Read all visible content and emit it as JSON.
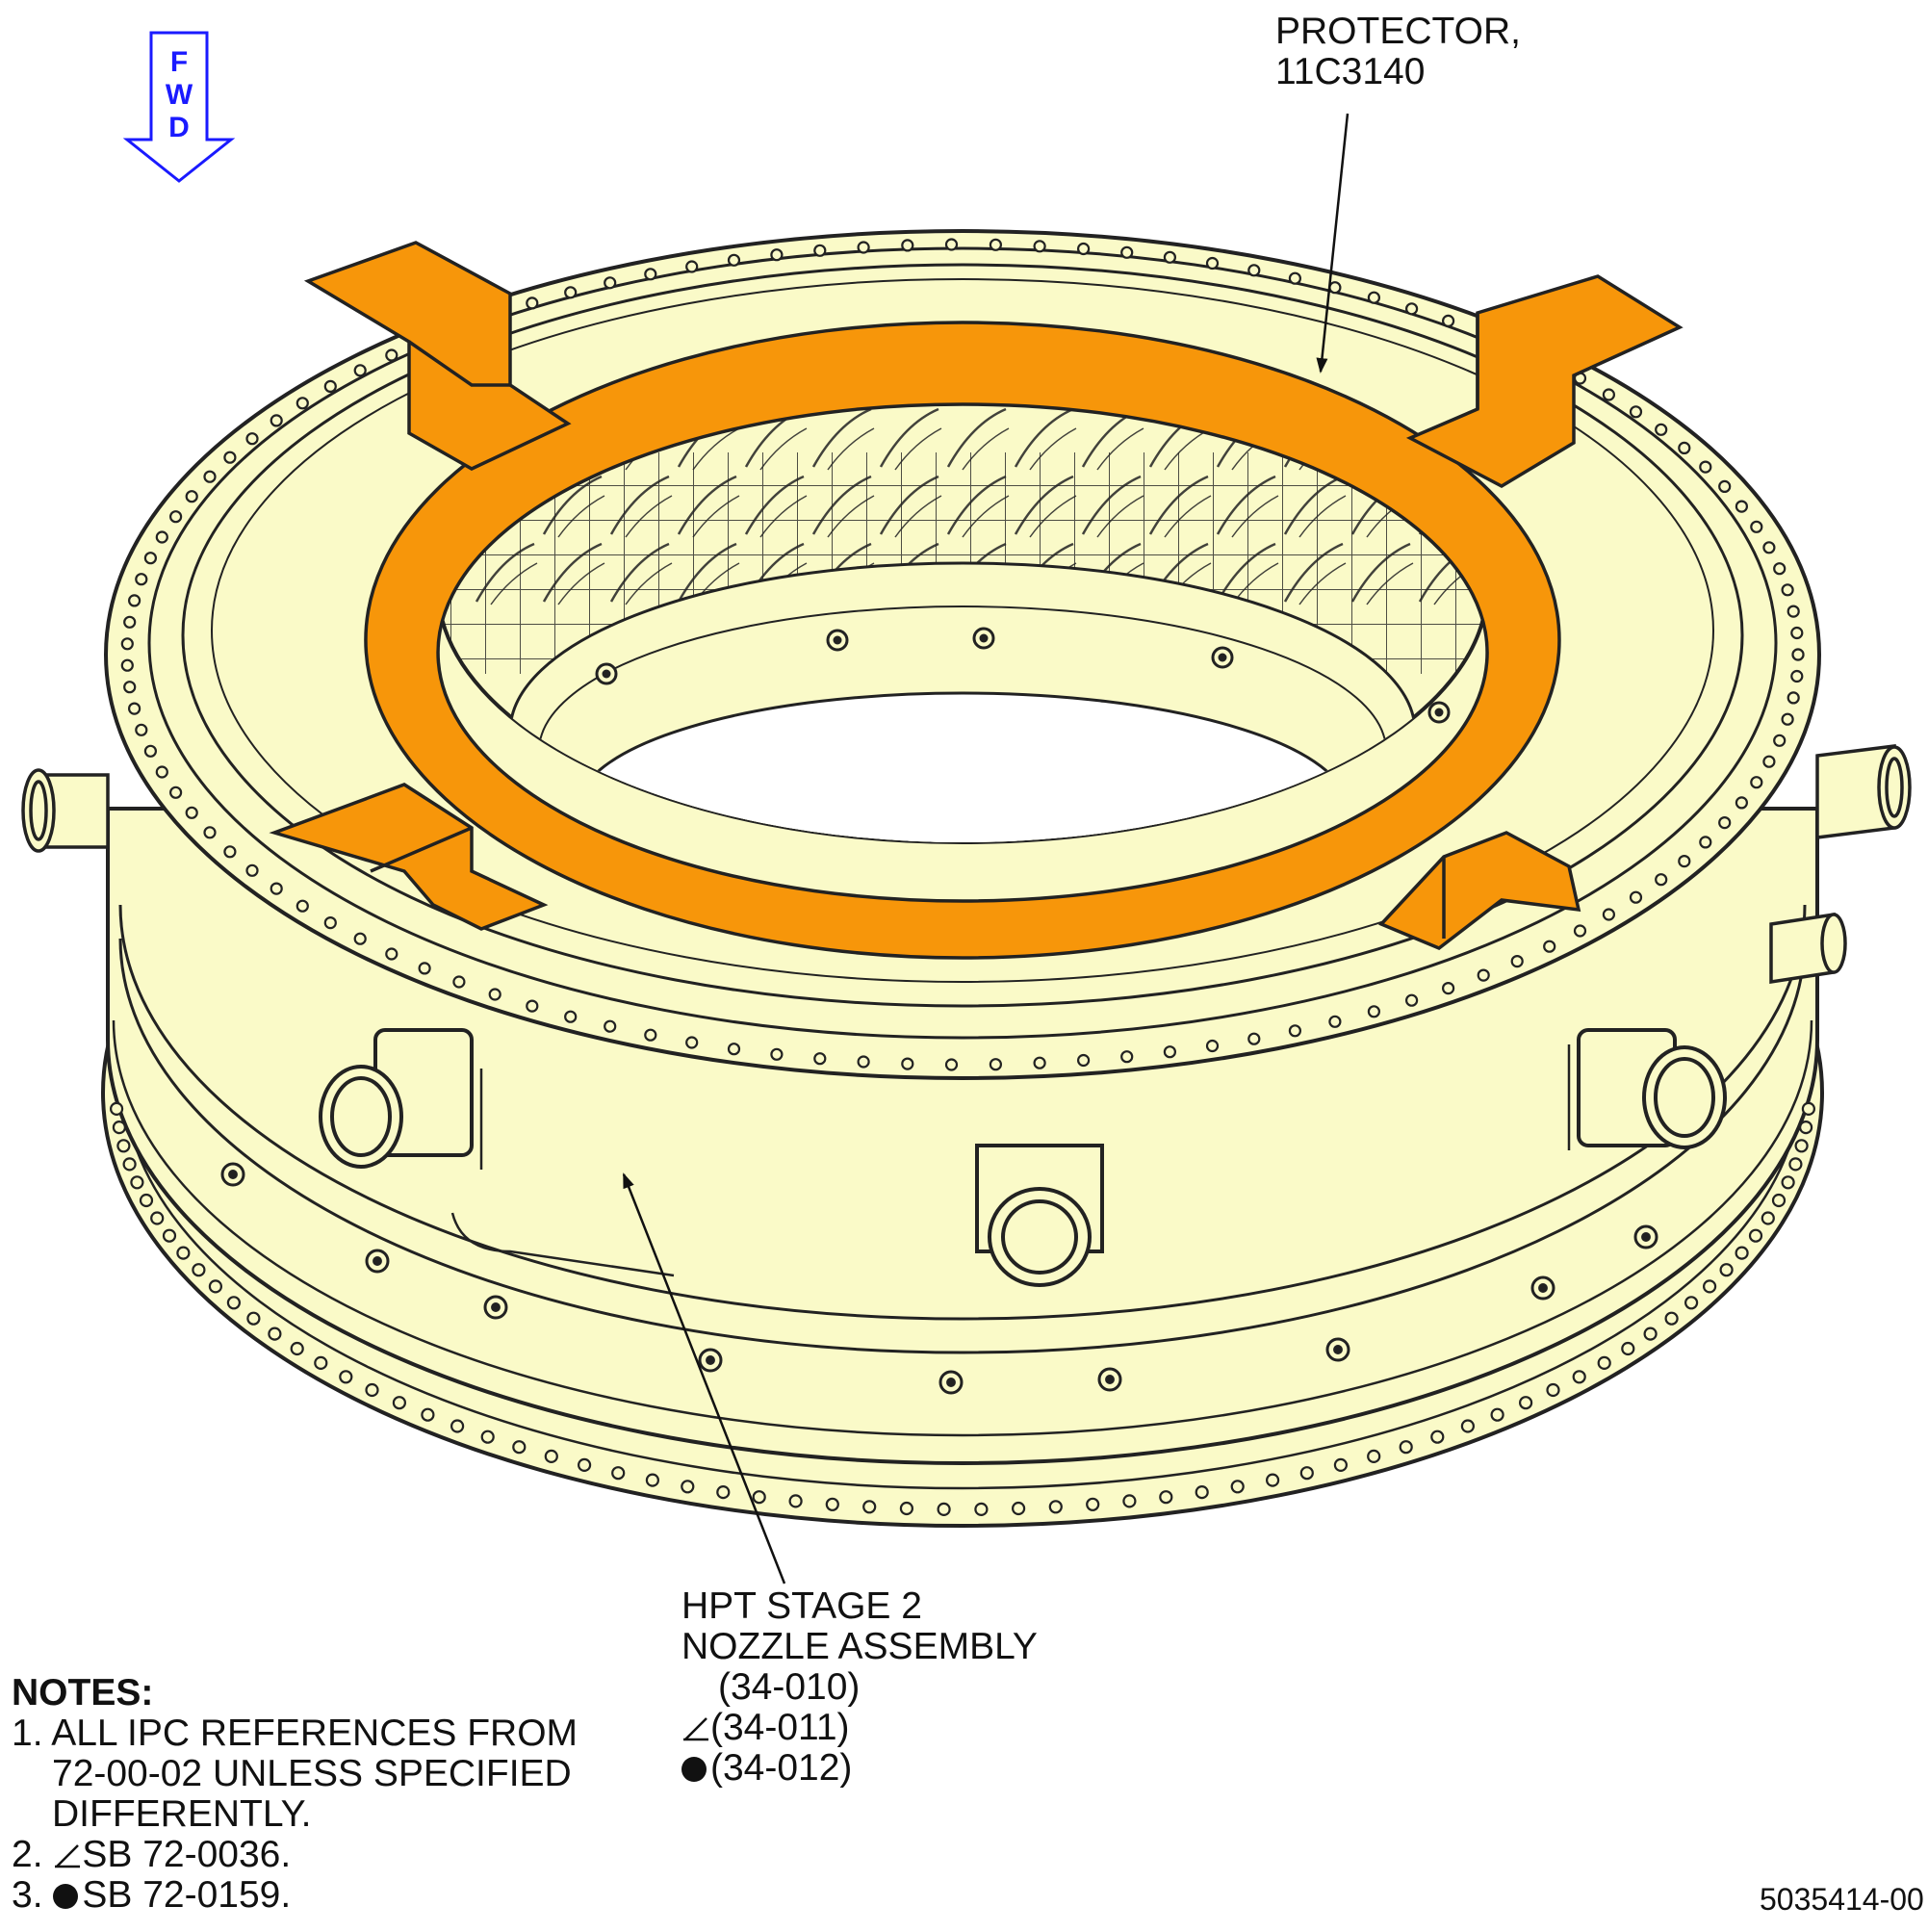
{
  "figure_id": "5035414-00",
  "direction": {
    "letters": [
      "F",
      "W",
      "D"
    ],
    "color": "#1a1aff"
  },
  "protector": {
    "line1": "PROTECTOR,",
    "line2": "11C3140",
    "color": "#f7960a"
  },
  "nozzle": {
    "line1": "HPT STAGE 2",
    "line2": "NOZZLE ASSEMBLY",
    "refs": [
      "(34-010)",
      "(34-011)",
      "(34-012)"
    ],
    "color": "#fafac8"
  },
  "notes": {
    "title": "NOTES:",
    "items": [
      {
        "num": "1.",
        "text_lines": [
          "ALL IPC REFERENCES FROM",
          "72-00-02 UNLESS SPECIFIED",
          "DIFFERENTLY."
        ]
      },
      {
        "num": "2.",
        "text": "SB 72-0036."
      },
      {
        "num": "3.",
        "text": "SB 72-0159."
      }
    ]
  }
}
